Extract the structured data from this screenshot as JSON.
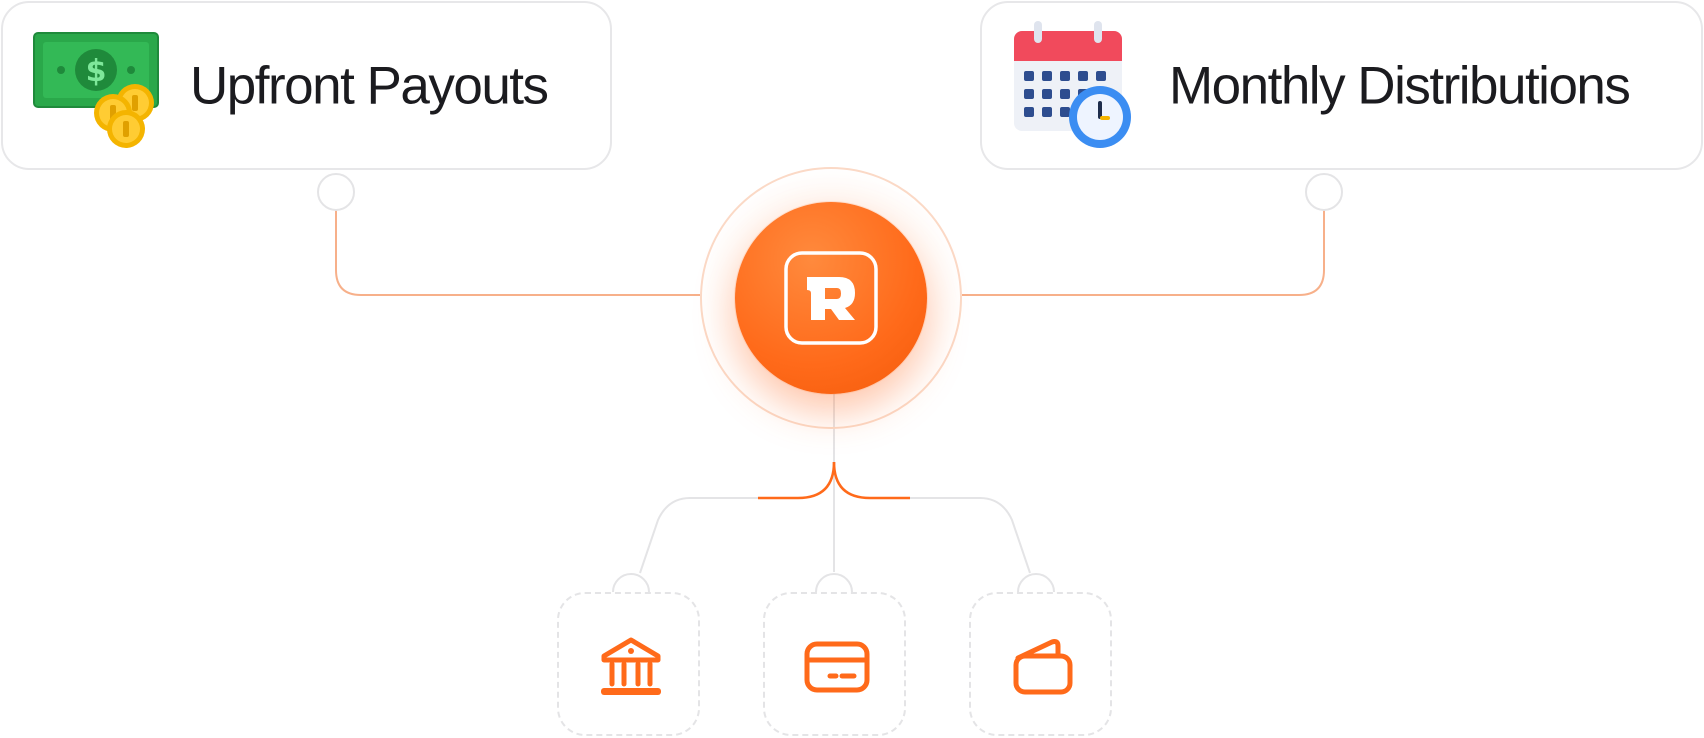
{
  "payouts": {
    "title": "Upfront Payouts",
    "icon": "money-bill-coins-icon"
  },
  "distributions": {
    "title": "Monthly Distributions",
    "icon": "calendar-clock-icon"
  },
  "hub": {
    "logo_letter": "R",
    "icon": "brand-r-logo-icon"
  },
  "methods": [
    {
      "icon": "bank-icon"
    },
    {
      "icon": "credit-card-icon"
    },
    {
      "icon": "wallet-icon"
    }
  ],
  "colors": {
    "accent": "#ff6a1a",
    "line_gray": "#e4e4e6",
    "line_orange": "#f7b08a",
    "text": "#1b1b1f"
  }
}
